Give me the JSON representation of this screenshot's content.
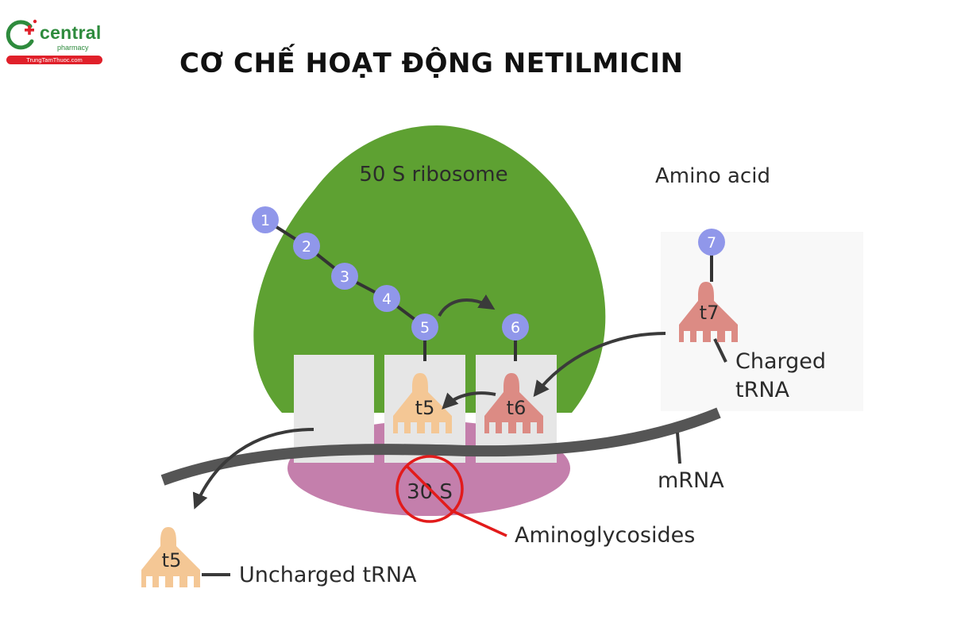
{
  "brand": {
    "name": "central",
    "tagline": "pharmacy",
    "url": "TrungTamThuoc.com",
    "colors": {
      "green": "#2e8b3d",
      "red": "#e0202a"
    }
  },
  "title": "CƠ CHẾ HOẠT ĐỘNG NETILMICIN",
  "diagram": {
    "ribosome_large": "50 S ribosome",
    "ribosome_small": "30 S",
    "amino_acid_label": "Amino acid",
    "amino_acids": [
      "1",
      "2",
      "3",
      "4",
      "5",
      "6",
      "7"
    ],
    "trna": {
      "bound_left": "t5",
      "bound_right": "t6",
      "incoming": "t7",
      "released": "t5"
    },
    "labels": {
      "charged_line1": "Charged",
      "charged_line2": "tRNA",
      "mrna": "mRNA",
      "drug": "Aminoglycosides",
      "uncharged": "Uncharged tRNA"
    },
    "colors": {
      "ribosome_large": "#5ea132",
      "ribosome_small": "#c47fac",
      "slot": "#e6e6e6",
      "amino_acid": "#9097ea",
      "trna_uncharged": "#f4c795",
      "trna_charged": "#dc8b84",
      "mrna": "#555555",
      "inhibition": "#e21b1b"
    }
  }
}
